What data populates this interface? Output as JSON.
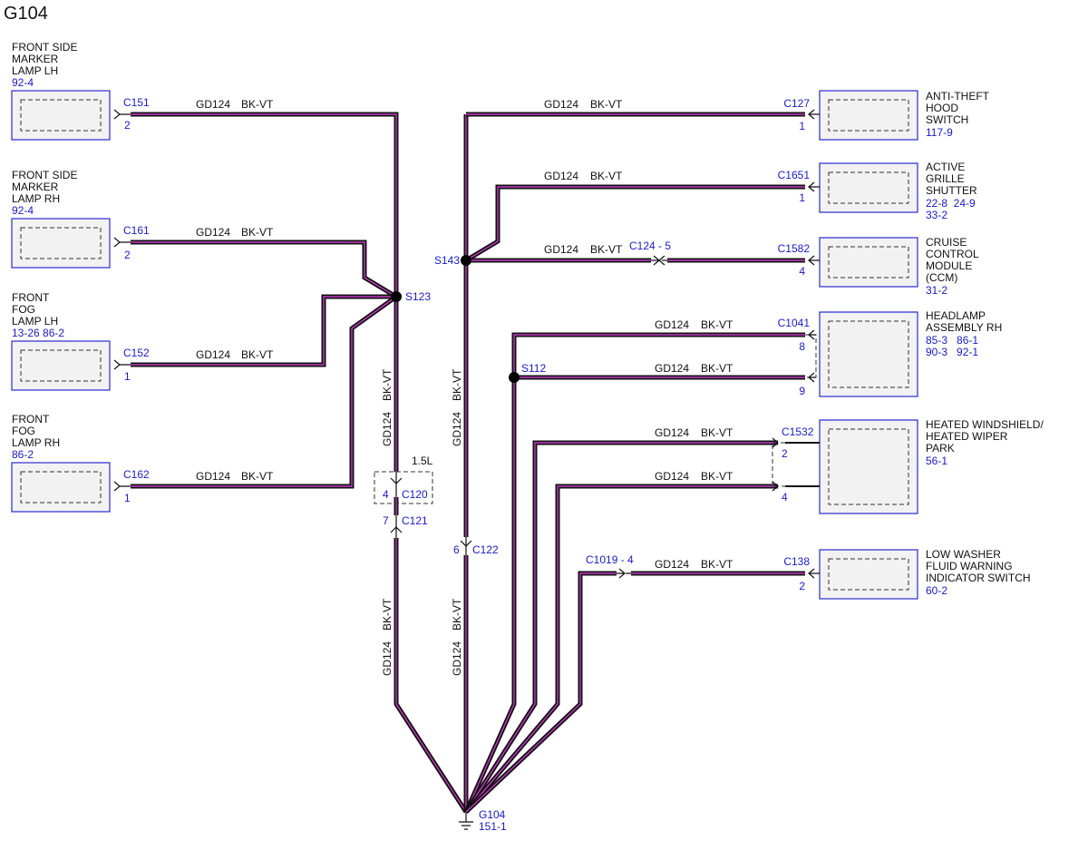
{
  "title": "G104",
  "wire_code": "GD124",
  "wire_color": "BK-VT",
  "colors": {
    "wire": "#111111",
    "wire_stripe": "#c23ac2",
    "reference": "#1a1acc",
    "box_border": "#2a2ad0"
  },
  "components": {
    "fsm_lh": {
      "name_lines": [
        "FRONT SIDE",
        "MARKER",
        "LAMP LH"
      ],
      "refs": [
        "92-4"
      ],
      "connector": "C151",
      "pin": "2"
    },
    "fsm_rh": {
      "name_lines": [
        "FRONT SIDE",
        "MARKER",
        "LAMP RH"
      ],
      "refs": [
        "92-4"
      ],
      "connector": "C161",
      "pin": "2"
    },
    "fog_lh": {
      "name_lines": [
        "FRONT",
        "FOG",
        "LAMP LH"
      ],
      "refs": [
        "13-26 86-2"
      ],
      "connector": "C152",
      "pin": "1"
    },
    "fog_rh": {
      "name_lines": [
        "FRONT",
        "FOG",
        "LAMP RH"
      ],
      "refs": [
        "86-2"
      ],
      "connector": "C162",
      "pin": "1"
    },
    "anti_theft": {
      "name_lines": [
        "ANTI-THEFT",
        "HOOD",
        "SWITCH"
      ],
      "refs": [
        "117-9"
      ],
      "connector": "C127",
      "pin": "1"
    },
    "grille": {
      "name_lines": [
        "ACTIVE",
        "GRILLE",
        "SHUTTER"
      ],
      "refs": [
        "22-8  24-9",
        "33-2"
      ],
      "connector": "C1651",
      "pin": "1"
    },
    "cruise": {
      "name_lines": [
        "CRUISE",
        "CONTROL",
        "MODULE",
        "(CCM)"
      ],
      "refs": [
        "31-2"
      ],
      "connector": "C1582",
      "pin": "4"
    },
    "headlamp": {
      "name_lines": [
        "HEADLAMP",
        "ASSEMBLY RH"
      ],
      "refs": [
        "85-3   86-1",
        "90-3   92-1"
      ],
      "connector": "C1041",
      "pin_a": "8",
      "pin_b": "9"
    },
    "windshield": {
      "name_lines": [
        "HEATED WINDSHIELD/",
        "HEATED WIPER",
        "PARK"
      ],
      "refs": [
        "56-1"
      ],
      "connector": "C1532",
      "pin_a": "2",
      "pin_b": "4"
    },
    "washer": {
      "name_lines": [
        "LOW WASHER",
        "FLUID WARNING",
        "INDICATOR SWITCH"
      ],
      "refs": [
        "60-2"
      ],
      "connector": "C138",
      "pin": "2"
    }
  },
  "splices": {
    "s123": "S123",
    "s143": "S143",
    "s112": "S112"
  },
  "inline_connectors": {
    "c120": {
      "name": "C120",
      "pin": "4",
      "size": "1.5L"
    },
    "c121": {
      "name": "C121",
      "pin": "7"
    },
    "c122": {
      "name": "C122",
      "pin": "6"
    },
    "c124": {
      "name": "C124 - 5"
    },
    "c1019": {
      "name": "C1019 - 4"
    }
  },
  "ground": {
    "name": "G104",
    "ref": "151-1"
  }
}
